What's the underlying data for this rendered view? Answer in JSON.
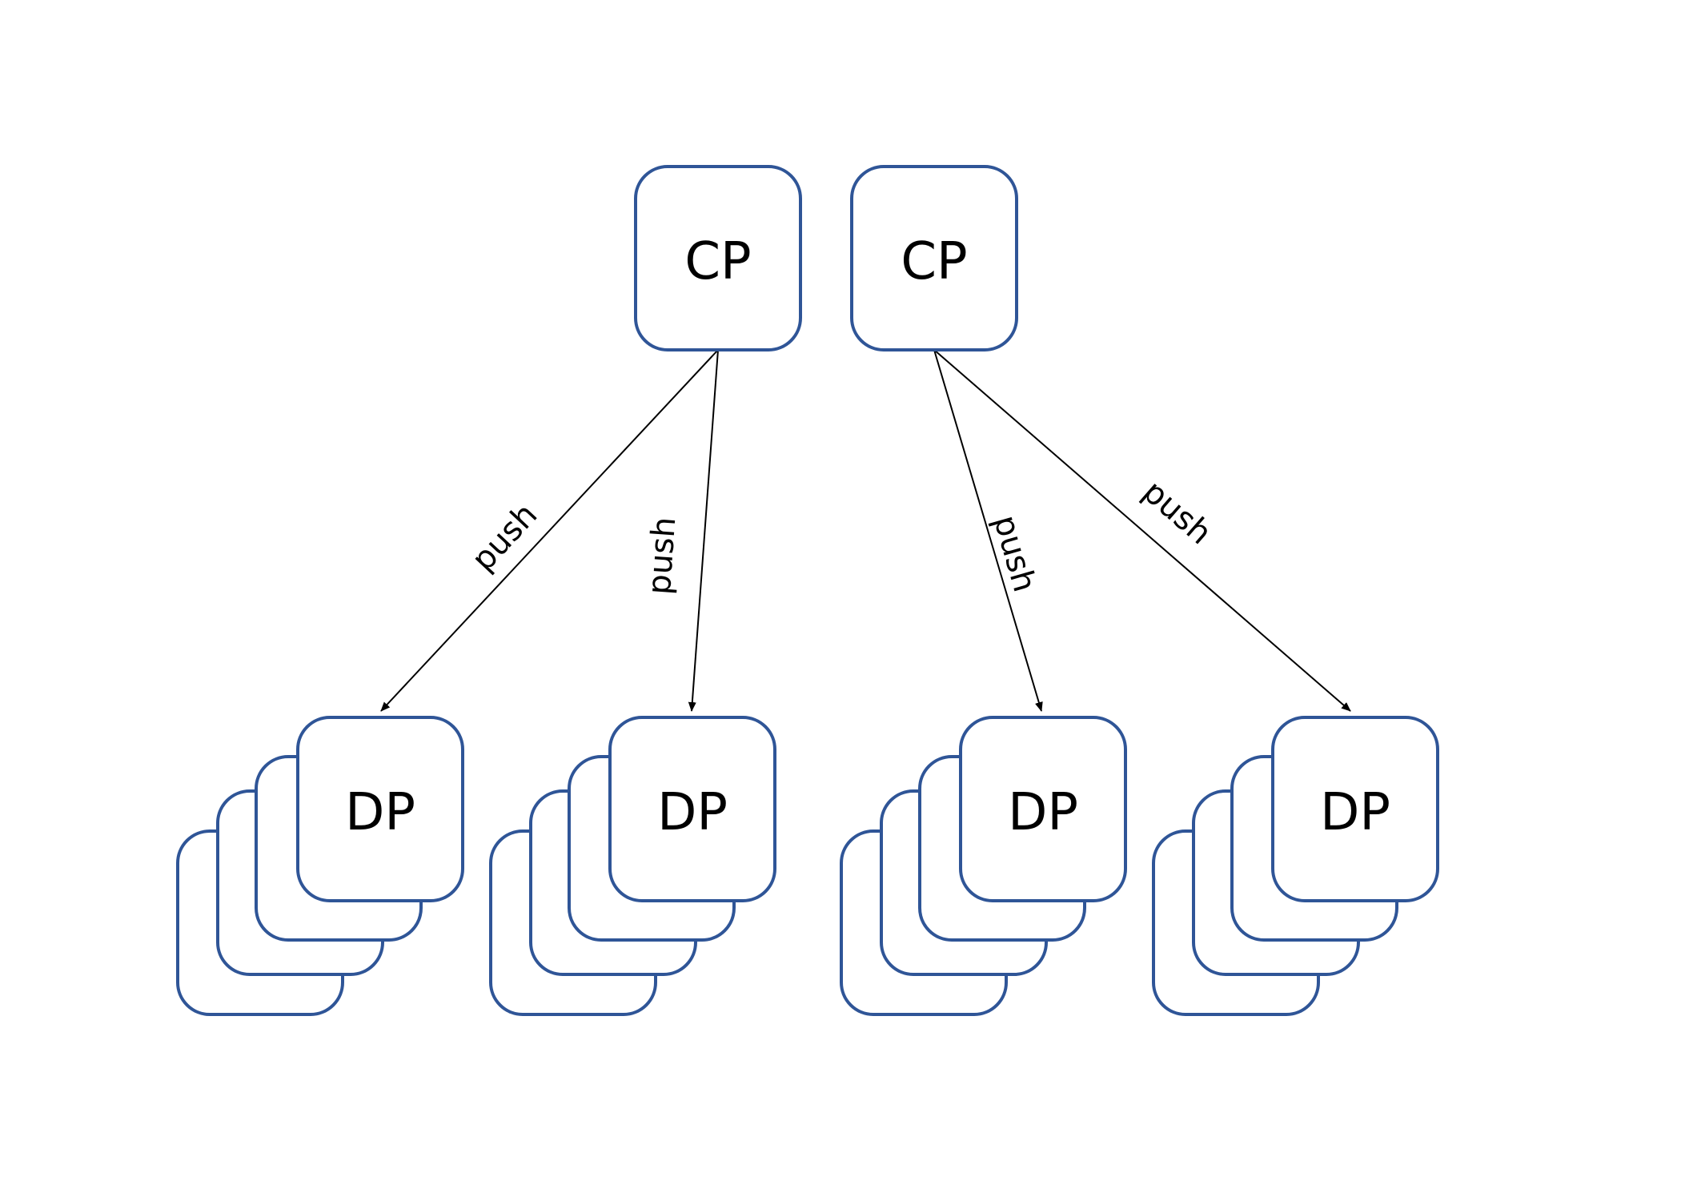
{
  "colors": {
    "node_border": "#2f5597",
    "node_fill": "#ffffff",
    "edge": "#000000",
    "text": "#000000",
    "background": "#ffffff"
  },
  "nodes": {
    "cp_left": {
      "label": "CP"
    },
    "cp_right": {
      "label": "CP"
    },
    "dp_1": {
      "label": "DP"
    },
    "dp_2": {
      "label": "DP"
    },
    "dp_3": {
      "label": "DP"
    },
    "dp_4": {
      "label": "DP"
    }
  },
  "edges": [
    {
      "from": "cp_left",
      "to": "dp_1",
      "label": "push"
    },
    {
      "from": "cp_left",
      "to": "dp_2",
      "label": "push"
    },
    {
      "from": "cp_right",
      "to": "dp_3",
      "label": "push"
    },
    {
      "from": "cp_right",
      "to": "dp_4",
      "label": "push"
    }
  ]
}
